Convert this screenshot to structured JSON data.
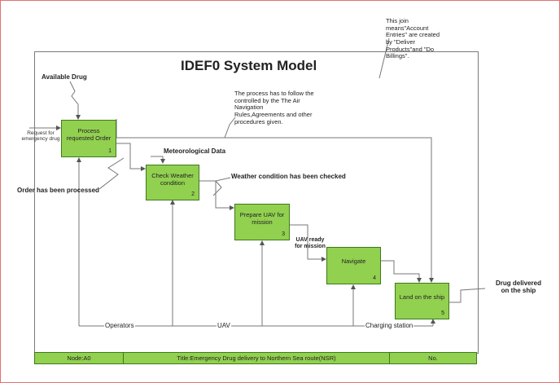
{
  "title": "IDEF0 System Model",
  "notes": {
    "join_note": "This join means\"Account Entries\" are created by \"Deliver Products\"and \"Do Billings\".",
    "controls_note": "The process has to follow the controlled by the The Air Navigation Rules,Agreements and other procedures given."
  },
  "boxes": [
    {
      "label": "Process requested Order",
      "number": "1"
    },
    {
      "label": "Check Weather condition",
      "number": "2"
    },
    {
      "label": "Prepare UAV for mission",
      "number": "3"
    },
    {
      "label": "Navigate",
      "number": "4"
    },
    {
      "label": "Land on the ship",
      "number": "5"
    }
  ],
  "labels": {
    "available_drug": "Available Drug",
    "request": "Request for emergency drug",
    "meteorological": "Meteorological Data",
    "order_processed": "Order has been processed",
    "weather_checked": "Weather condition has been checked",
    "uav_ready": "UAV ready for mission",
    "drug_delivered": "Drug delivered on the ship",
    "operators": "Operators",
    "uav": "UAV",
    "charging": "Charging station"
  },
  "footer": {
    "node": "Node:A0",
    "title": "Title:Emergency Drug delivery to Northern Sea route(NSR)",
    "number": "No."
  },
  "colors": {
    "box_fill": "#92d050",
    "box_border": "#3d7a1a",
    "frame_border": "#e07070",
    "line": "#666666"
  }
}
